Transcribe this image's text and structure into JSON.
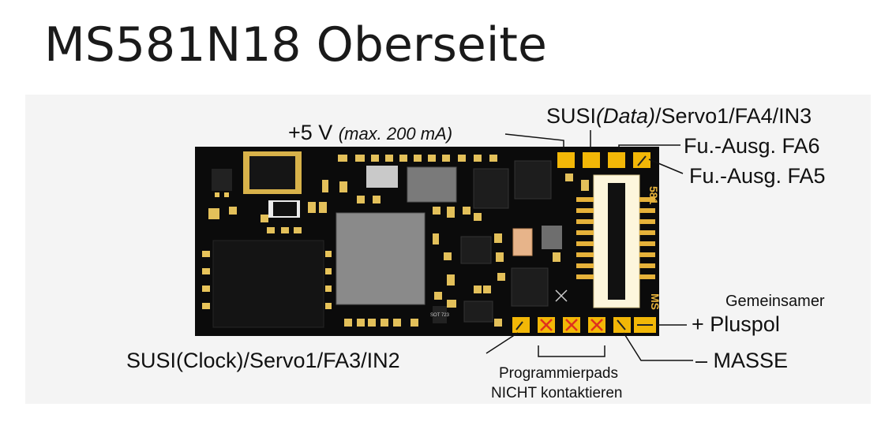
{
  "title": "MS581N18 Oberseite",
  "labels": {
    "plus5v_main": "+5 V ",
    "plus5v_note": "(max. 200 mA)",
    "susi_data_pre": "SUSI",
    "susi_data_italic": "(Data)",
    "susi_data_post": "/Servo1/FA4/IN3",
    "fa6": "Fu.-Ausg. FA6",
    "fa5": "Fu.-Ausg. FA5",
    "gemeinsamer": "Gemeinsamer",
    "pluspol": "+ Pluspol",
    "masse": "– MASSE",
    "susi_clock": "SUSI(Clock)/Servo1/FA3/IN2",
    "prog_line1": "Programmierpads",
    "prog_line2": "NICHT kontaktieren"
  },
  "board_markings": {
    "model": "581",
    "brand": "MS",
    "chip": "SOT 723"
  },
  "colors": {
    "pcb": "#0b0b0b",
    "pad_gold": "#f2b707",
    "pad_cross": "#e0301e",
    "connector": "#fdf6dc"
  }
}
